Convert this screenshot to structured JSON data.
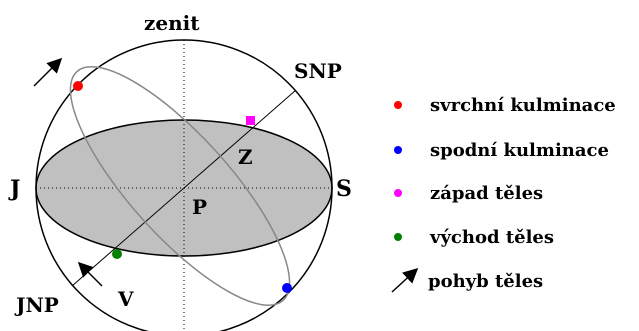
{
  "labels": {
    "zenith": "zenit",
    "north_celestial_pole": "SNP",
    "south_celestial_pole": "JNP",
    "south": "J",
    "north": "S",
    "observer": "P",
    "west": "Z",
    "east": "V"
  },
  "legend": [
    {
      "label": "svrchní kulminace",
      "color": "#ff0000",
      "icon": "dot"
    },
    {
      "label": "spodní kulminace",
      "color": "#0000ff",
      "icon": "dot"
    },
    {
      "label": "západ těles",
      "color": "#ff00ff",
      "icon": "dot"
    },
    {
      "label": "východ těles",
      "color": "#008000",
      "icon": "dot"
    },
    {
      "label": "pohyb těles",
      "color": "#000000",
      "icon": "arrow"
    }
  ],
  "colors": {
    "horizon_fill": "#c0c0c0",
    "upper_culmination": "#ff0000",
    "lower_culmination": "#0000ff",
    "setting": "#ff00ff",
    "rising": "#008000"
  }
}
